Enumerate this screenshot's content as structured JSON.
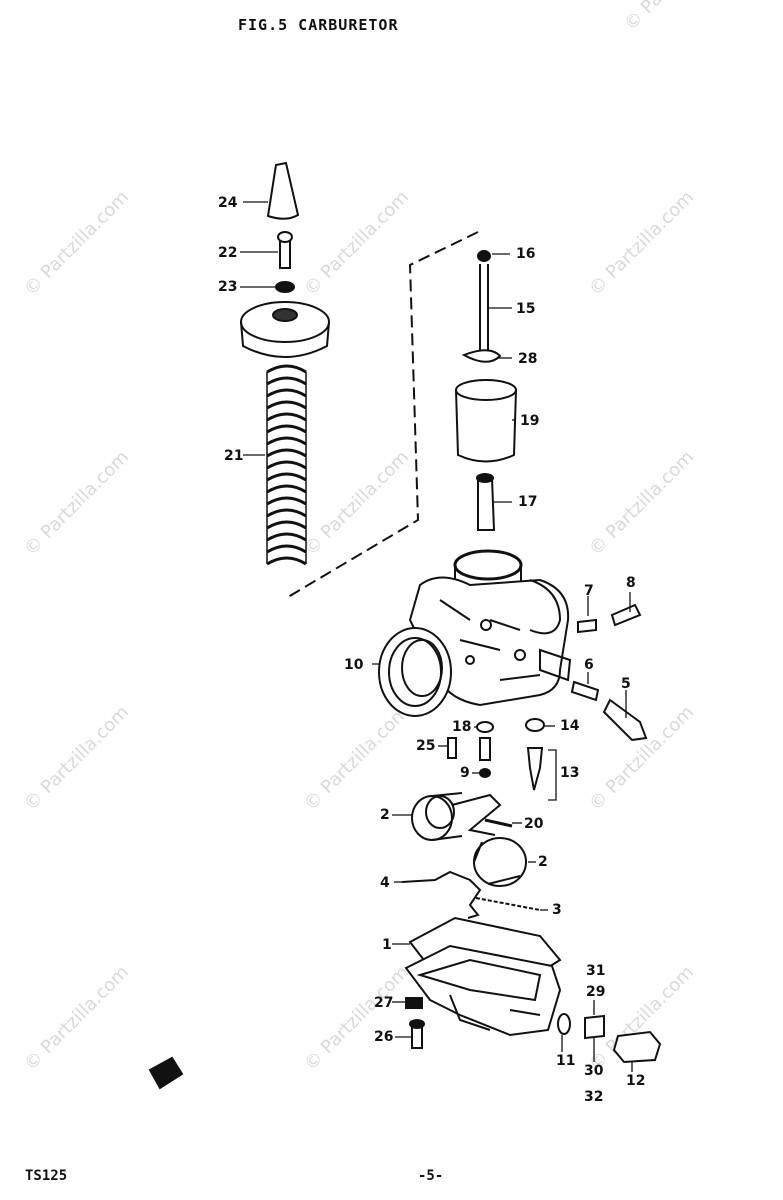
{
  "header": {
    "title": "FIG.5  CARBURETOR"
  },
  "footer": {
    "model": "TS125",
    "page": "-5-"
  },
  "watermark": "© Partzilla.com",
  "callouts": {
    "c24": "24",
    "c22": "22",
    "c23": "23",
    "c21": "21",
    "c16": "16",
    "c15": "15",
    "c28": "28",
    "c19": "19",
    "c17": "17",
    "c7": "7",
    "c8": "8",
    "c10": "10",
    "c6": "6",
    "c5": "5",
    "c18": "18",
    "c14": "14",
    "c25": "25",
    "c13": "13",
    "c9": "9",
    "c2a": "2",
    "c20": "20",
    "c2b": "2",
    "c4": "4",
    "c3": "3",
    "c1": "1",
    "c31": "31",
    "c29": "29",
    "c27": "27",
    "c26": "26",
    "c11": "11",
    "c30": "30",
    "c32": "32",
    "c12": "12"
  }
}
